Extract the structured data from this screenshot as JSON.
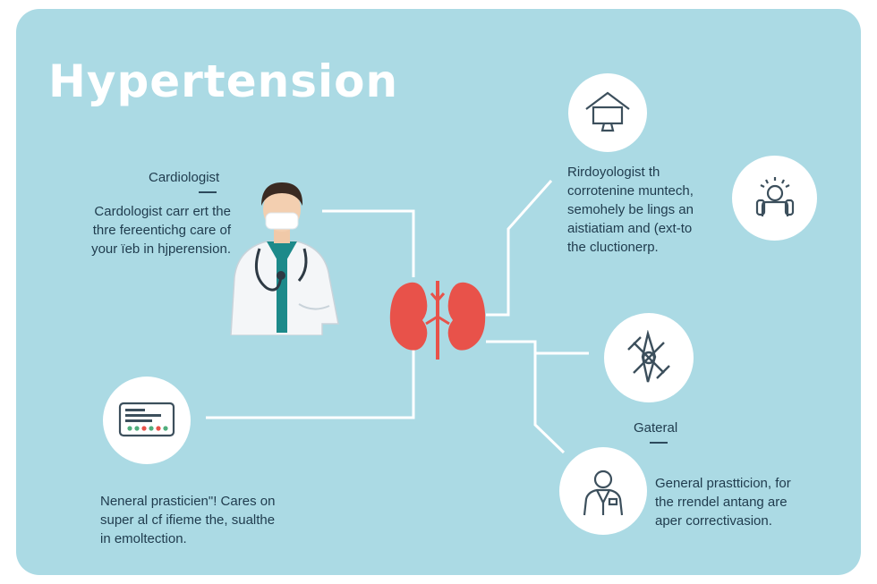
{
  "title": "Hypertension",
  "cardiologist": {
    "label": "Cardiologist",
    "lines": [
      "Cardologist carr ert the",
      "thre fereentichg care of",
      "your ïeb in hjperension."
    ]
  },
  "top_right": {
    "lines": [
      "Rirdoyologist th",
      "corrotenine muntech,",
      "semohely be lings an",
      "aistiatiam and (ext-to",
      "the cluctionerp."
    ]
  },
  "bottom_left": {
    "lines": [
      "Neneral prasticien\"! Cares on",
      "super al cf ifieme the, sualthe",
      "in emoltection."
    ]
  },
  "general": {
    "label": "Gateral",
    "lines": [
      "General prastticion, for",
      "the rrendel antang are",
      "aper correctivasion."
    ]
  },
  "colors": {
    "background": "#abdae4",
    "kidney": "#e8524a",
    "line": "#ffffff",
    "icon_stroke": "#3c4f5c"
  },
  "icons": {
    "house": "house-monitor-icon",
    "person": "person-raising-hands-icon",
    "tool": "crossed-tools-icon",
    "monitor": "blood-pressure-monitor-icon",
    "doctor": "doctor-silhouette-icon",
    "kidneys": "kidneys-icon",
    "cardiologist": "cardiologist-doctor-illustration"
  }
}
